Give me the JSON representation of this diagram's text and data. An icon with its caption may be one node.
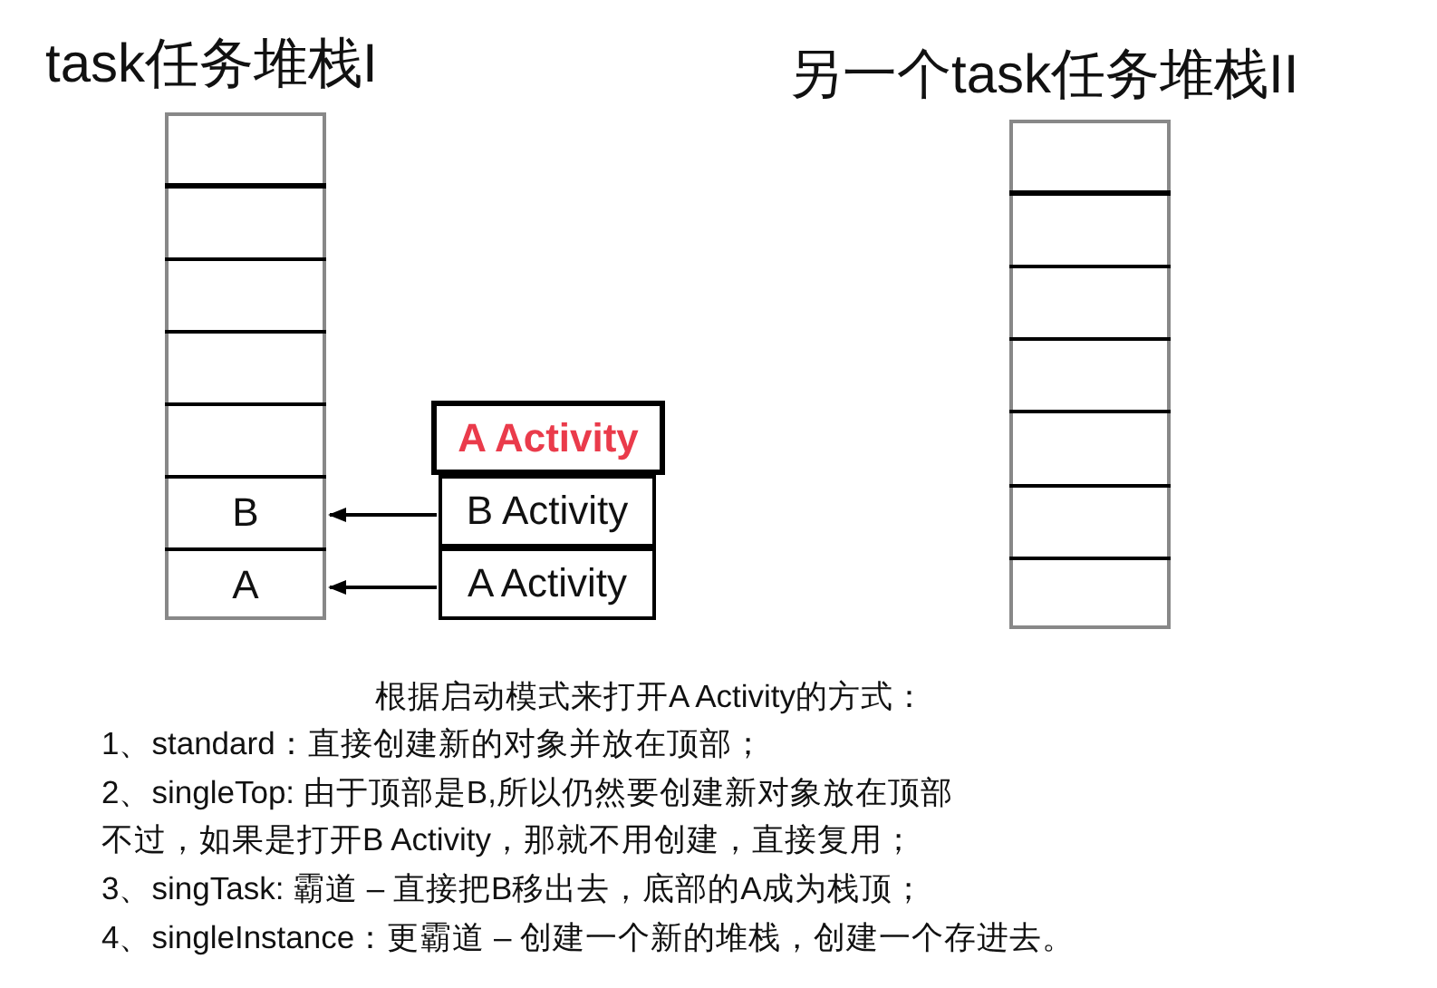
{
  "diagram": {
    "nodes": [
      {
        "text": [
          "task任务堆栈I"
        ]
      },
      {
        "text": [],
        "shape": "box",
        "in": 0
      },
      {
        "text": [],
        "shape": "box",
        "in": 0
      },
      {
        "text": [],
        "shape": "box",
        "in": 0
      },
      {
        "text": [],
        "shape": "box",
        "in": 0
      },
      {
        "text": [],
        "shape": "box",
        "in": 0
      },
      {
        "text": [
          "B"
        ],
        "in": 0
      },
      {
        "text": [
          "A"
        ],
        "in": 0
      },
      {
        "text": [
          "另一个task任务堆栈II"
        ]
      },
      {
        "text": [],
        "shape": "box",
        "in": 8
      },
      {
        "text": [],
        "shape": "box",
        "in": 8
      },
      {
        "text": [],
        "shape": "box",
        "in": 8
      },
      {
        "text": [],
        "shape": "box",
        "in": 8
      },
      {
        "text": [],
        "shape": "box",
        "in": 8
      },
      {
        "text": [],
        "shape": "box",
        "in": 8
      },
      {
        "text": [],
        "shape": "box",
        "in": 8
      },
      {
        "text": [
          "A Activity"
        ]
      },
      {
        "text": [
          "B Activity"
        ]
      },
      {
        "text": [
          "A Activity"
        ]
      }
    ],
    "edges": [
      {
        "from": 17,
        "to": 6,
        "arrow": "to"
      },
      {
        "from": 18,
        "to": 7,
        "arrow": "to"
      }
    ],
    "labels": [
      "根据启动模式来打开A Activity的方式：",
      "1、standard：直接创建新的对象并放在顶部；",
      "2、singleTop: 由于顶部是B,所以仍然要创建新对象放在顶部",
      "不过，如果是打开B Activity，那就不用创建，直接复用；",
      "3、singTask: 霸道 – 直接把B移出去，底部的A成为栈顶；",
      "4、singleInstance：更霸道 – 创建一个新的堆栈，创建一个存进去。"
    ]
  }
}
